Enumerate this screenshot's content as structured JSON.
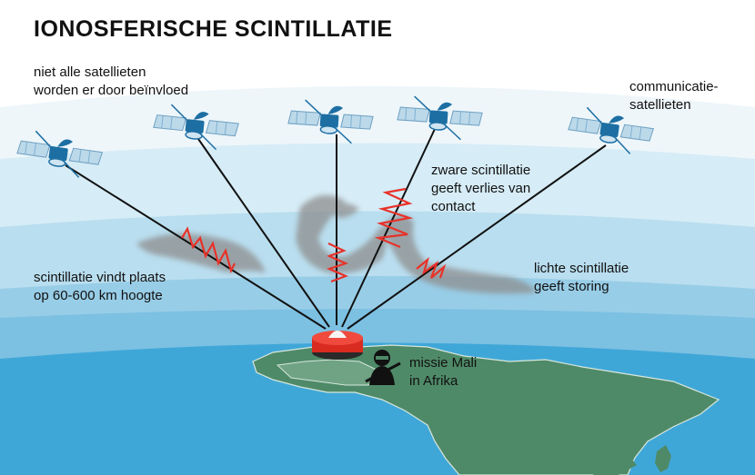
{
  "title": "IONOSFERISCHE SCINTILLATIE",
  "labels": {
    "satellites_affected": [
      "niet alle satellieten",
      "worden er door beïnvloed"
    ],
    "comm_satellites": [
      "communicatie-",
      "satellieten"
    ],
    "heavy_scintillation": [
      "zware scintillatie",
      "geeft verlies van",
      "contact"
    ],
    "scintillation_altitude": [
      "scintillatie vindt plaats",
      "op 60-600 km hoogte"
    ],
    "light_scintillation": [
      "lichte scintillatie",
      "geeft storing"
    ],
    "mission": [
      "missie Mali",
      "in Afrika"
    ]
  },
  "colors": {
    "sky_outer": "#eef6fa",
    "sky_band1": "#cbe6f3",
    "sky_band2": "#a5d4ec",
    "sky_band3": "#7cc0e2",
    "ocean": "#3fa7d8",
    "land": "#4f8a68",
    "line": "#111111",
    "zigzag": "#e8322a",
    "cloud": "#8e8e8e",
    "satellite_body": "#1d6fa3",
    "panel": "#bcd9ea",
    "station_red": "#d92b1f"
  },
  "icons": [
    "satellite-icon",
    "ground-station-icon",
    "soldier-icon"
  ]
}
